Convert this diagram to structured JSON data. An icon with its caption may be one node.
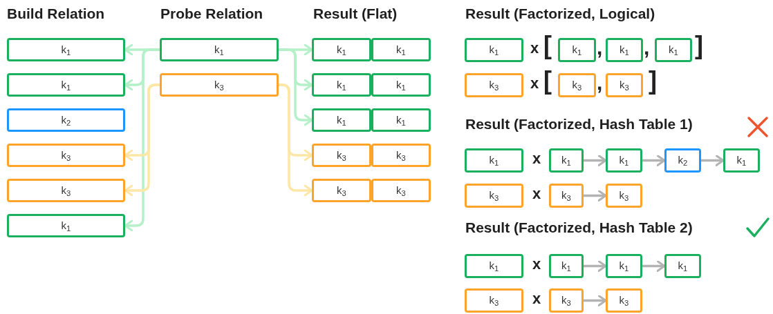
{
  "diagram": {
    "nodes": [
      {
        "text": [
          "k$_{1}$"
        ]
      },
      {
        "text": [
          "k$_{1}$"
        ]
      },
      {
        "text": [
          "k$_{2}$"
        ]
      },
      {
        "text": [
          "k$_{3}$"
        ]
      },
      {
        "text": [
          "k$_{3}$"
        ]
      },
      {
        "text": [
          "k$_{1}$"
        ]
      },
      {
        "text": [
          "k$_{1}$"
        ]
      },
      {
        "text": [
          "k$_{3}$"
        ]
      },
      {
        "text": [
          "k$_{1}$"
        ]
      },
      {
        "text": [
          "k$_{1}$"
        ]
      },
      {
        "text": [
          "k$_{1}$"
        ]
      },
      {
        "text": [
          "k$_{1}$"
        ]
      },
      {
        "text": [
          "k$_{1}$"
        ]
      },
      {
        "text": [
          "k$_{1}$"
        ]
      },
      {
        "text": [
          "k$_{3}$"
        ]
      },
      {
        "text": [
          "k$_{3}$"
        ]
      },
      {
        "text": [
          "k$_{3}$"
        ]
      },
      {
        "text": [
          "k$_{3}$"
        ]
      },
      {
        "text": [
          "k$_{1}$"
        ]
      },
      {
        "text": [
          "k$_{1}$"
        ]
      },
      {
        "text": [
          "k$_{1}$"
        ]
      },
      {
        "text": [
          "k$_{1}$"
        ]
      },
      {
        "text": [
          "k$_{3}$"
        ]
      },
      {
        "text": [
          "k$_{3}$"
        ]
      },
      {
        "text": [
          "k$_{3}$"
        ]
      },
      {
        "text": [
          "k$_{1}$"
        ]
      },
      {
        "text": [
          "k$_{1}$"
        ]
      },
      {
        "text": [
          "k$_{1}$"
        ]
      },
      {
        "text": [
          "k$_{2}$"
        ]
      },
      {
        "text": [
          "k$_{1}$"
        ]
      },
      {
        "text": [
          "k$_{3}$"
        ]
      },
      {
        "text": [
          "k$_{3}$"
        ]
      },
      {
        "text": [
          "k$_{3}$"
        ]
      },
      {
        "text": [
          "k$_{1}$"
        ]
      },
      {
        "text": [
          "k$_{1}$"
        ]
      },
      {
        "text": [
          "k$_{1}$"
        ]
      },
      {
        "text": [
          "k$_{1}$"
        ]
      },
      {
        "text": [
          "k$_{3}$"
        ]
      },
      {
        "text": [
          "k$_{3}$"
        ]
      },
      {
        "text": [
          "k$_{3}$"
        ]
      }
    ],
    "edges": [
      {
        "from": 6,
        "to": 0,
        "arrow": "to",
        "color": "#b4f0c8"
      },
      {
        "from": 6,
        "to": 1,
        "arrow": "to",
        "color": "#b4f0c8"
      },
      {
        "from": 6,
        "to": 5,
        "arrow": "to",
        "color": "#b4f0c8"
      },
      {
        "from": 7,
        "to": 3,
        "arrow": "to",
        "color": "#fde6a6"
      },
      {
        "from": 7,
        "to": 4,
        "arrow": "to",
        "color": "#fde6a6"
      },
      {
        "from": 6,
        "to": 8,
        "arrow": "to",
        "color": "#b4f0c8"
      },
      {
        "from": 6,
        "to": 10,
        "arrow": "to",
        "color": "#b4f0c8"
      },
      {
        "from": 6,
        "to": 12,
        "arrow": "to",
        "color": "#b4f0c8"
      },
      {
        "from": 7,
        "to": 14,
        "arrow": "to",
        "color": "#fde6a6"
      },
      {
        "from": 7,
        "to": 16,
        "arrow": "to",
        "color": "#fde6a6"
      },
      {
        "from": 26,
        "to": 27,
        "arrow": "to",
        "color": "#b3b3b3"
      },
      {
        "from": 27,
        "to": 28,
        "arrow": "to",
        "color": "#b3b3b3"
      },
      {
        "from": 28,
        "to": 29,
        "arrow": "to",
        "color": "#b3b3b3"
      },
      {
        "from": 31,
        "to": 32,
        "arrow": "to",
        "color": "#b3b3b3"
      },
      {
        "from": 34,
        "to": 35,
        "arrow": "to",
        "color": "#b3b3b3"
      },
      {
        "from": 35,
        "to": 36,
        "arrow": "to",
        "color": "#b3b3b3"
      },
      {
        "from": 38,
        "to": 39,
        "arrow": "to",
        "color": "#b3b3b3"
      }
    ],
    "labels": [
      "Build Relation",
      "Probe Relation",
      "Result (Flat)",
      "Result (Factorized, Logical)",
      "x",
      "[",
      ",",
      ",",
      "]",
      "x",
      "[",
      ",",
      "]",
      "Result (Factorized, Hash Table 1)",
      "x",
      "x",
      "Result (Factorized, Hash Table 2)",
      "x",
      "x"
    ]
  }
}
